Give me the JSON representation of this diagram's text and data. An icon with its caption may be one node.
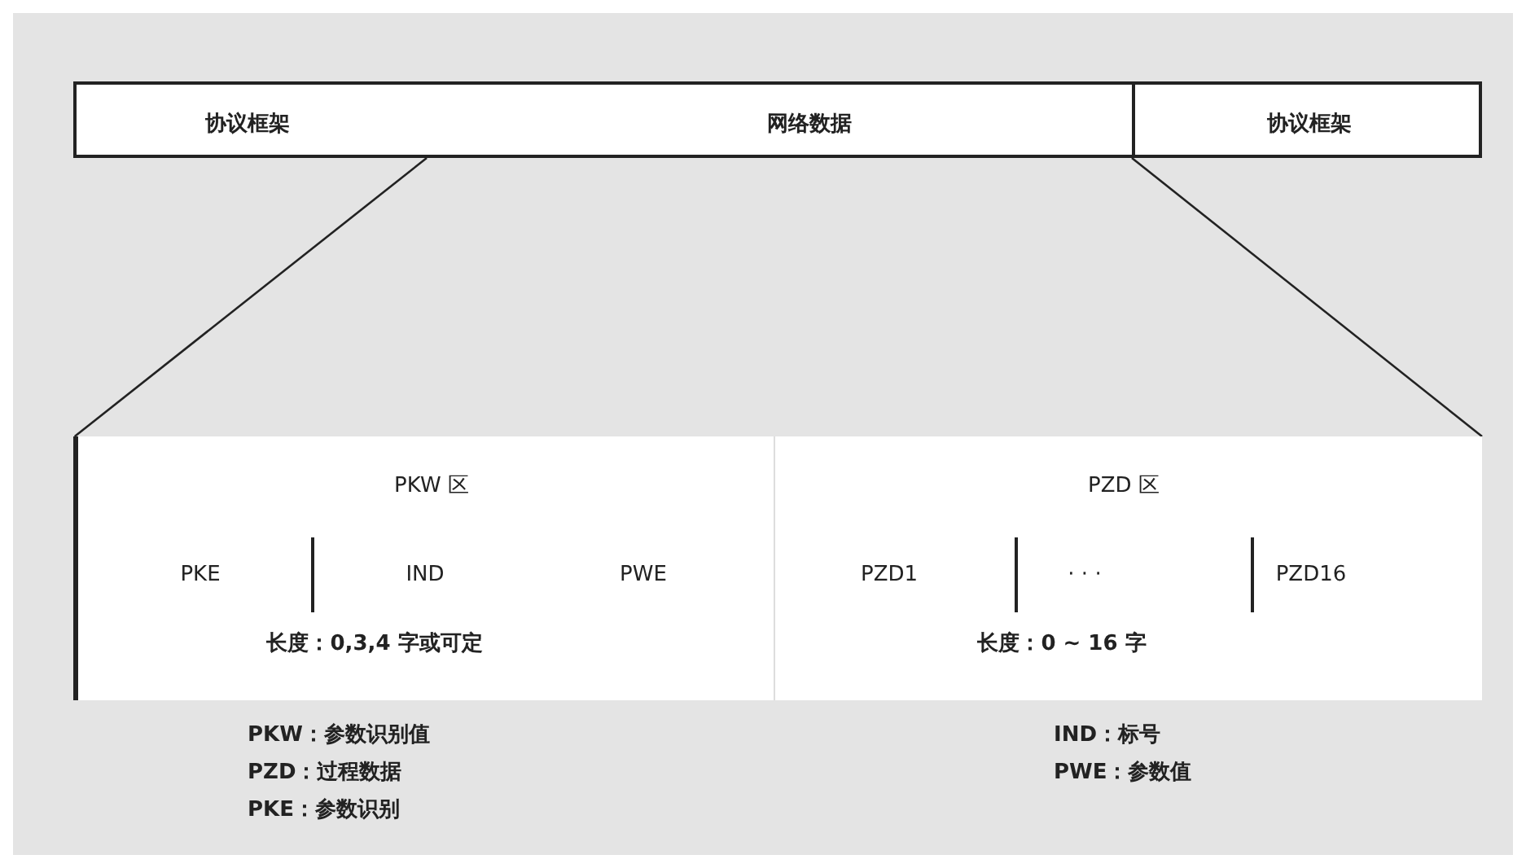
{
  "diagram": {
    "nodes": [
      {
        "text": [
          "协议框架",
          "网络数据"
        ]
      },
      {
        "text": [
          "协议框架"
        ]
      },
      {
        "text": [
          "PKW 区",
          "PKE",
          "IND",
          "PWE",
          "长度：0,3,4 字或可定"
        ]
      },
      {
        "text": [
          "PZD 区",
          "PZD1",
          "· · ·",
          "PZD16",
          "长度：0 ~ 16 字"
        ]
      }
    ],
    "edges": [
      {
        "from": 0,
        "to": 2,
        "arrow": "none"
      },
      {
        "from": 0,
        "to": 3,
        "arrow": "none"
      }
    ],
    "labels": [
      "PKW：参数识别值",
      "IND：标号",
      "PZD：过程数据",
      "PWE：参数值",
      "PKE：参数识别"
    ]
  }
}
